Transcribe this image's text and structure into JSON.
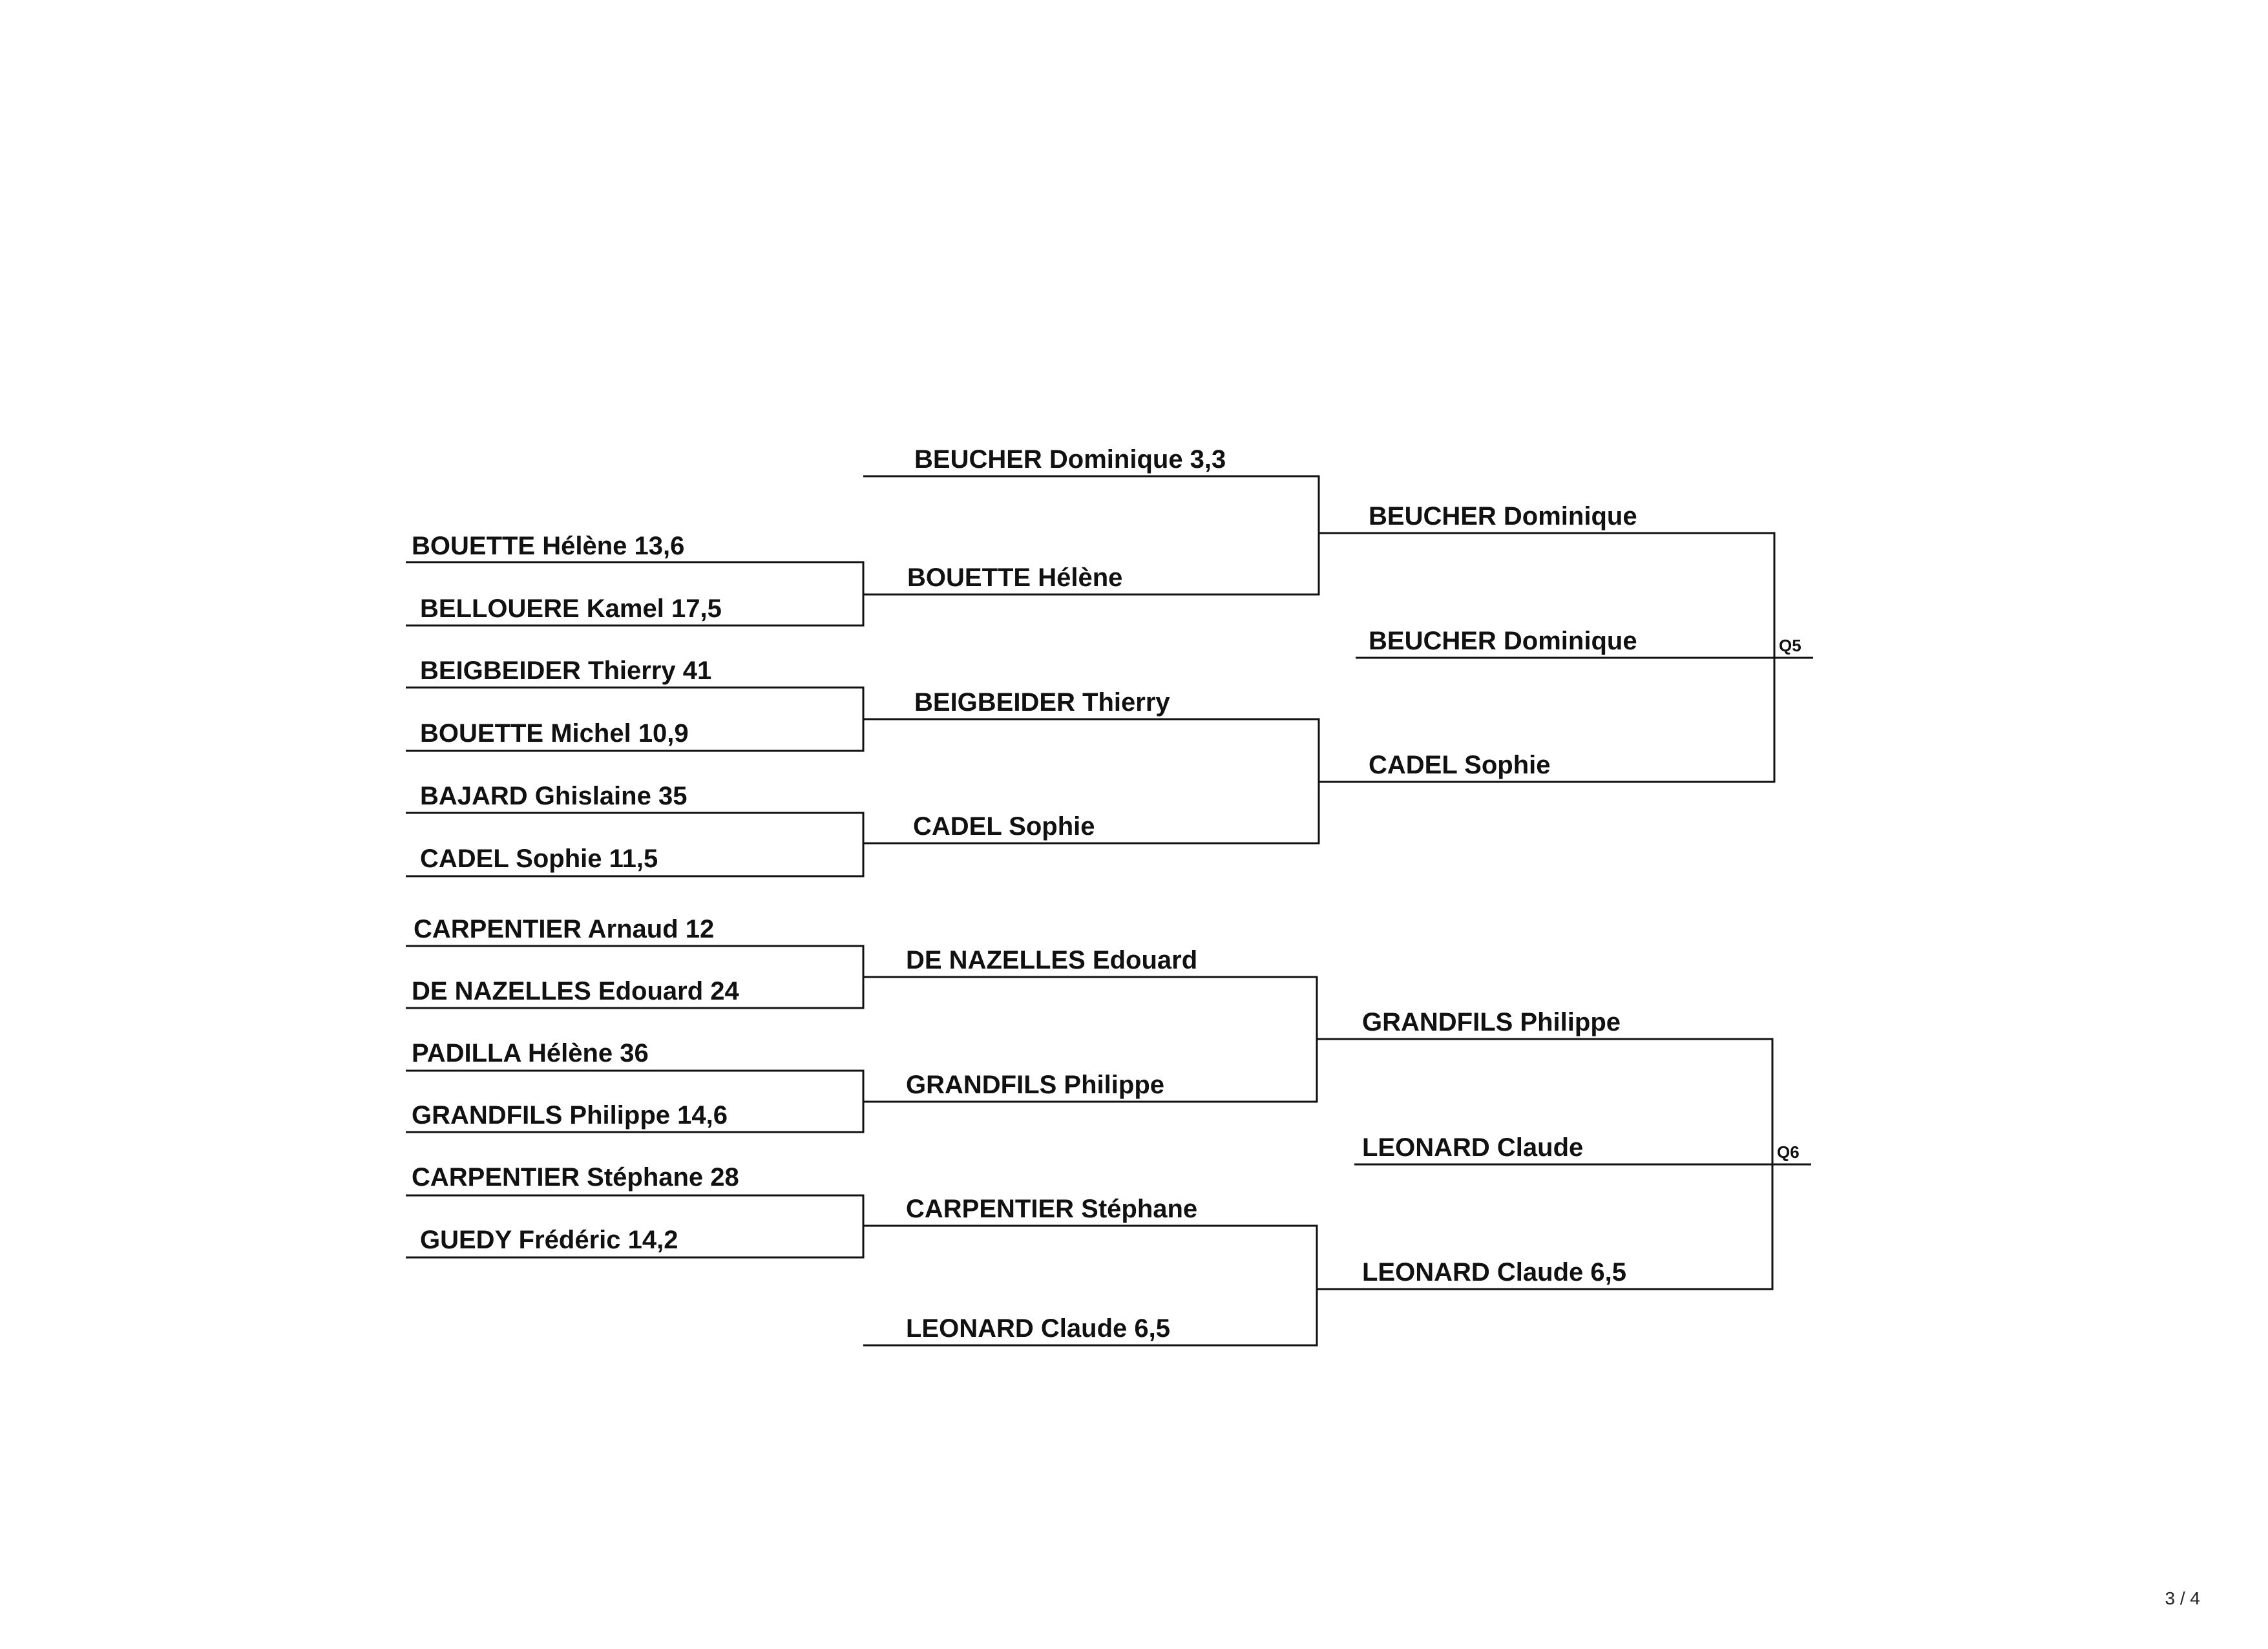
{
  "round1": [
    "BOUETTE Hélène 13,6",
    "BELLOUERE Kamel 17,5",
    "BEIGBEIDER Thierry 41",
    "BOUETTE Michel 10,9",
    "BAJARD Ghislaine 35",
    "CADEL Sophie 11,5",
    "CARPENTIER Arnaud 12",
    "DE NAZELLES Edouard 24",
    "PADILLA Hélène 36",
    "GRANDFILS Philippe 14,6",
    "CARPENTIER Stéphane 28",
    "GUEDY Frédéric 14,2"
  ],
  "round2": [
    "BEUCHER Dominique 3,3",
    "BOUETTE Hélène",
    "BEIGBEIDER Thierry",
    "CADEL Sophie",
    "DE NAZELLES Edouard",
    "GRANDFILS Philippe",
    "CARPENTIER Stéphane",
    "LEONARD Claude 6,5"
  ],
  "round3": [
    "BEUCHER Dominique",
    "CADEL Sophie",
    "GRANDFILS Philippe",
    "LEONARD Claude 6,5"
  ],
  "finals": [
    {
      "winner": "BEUCHER Dominique",
      "qualification": "Q5"
    },
    {
      "winner": "LEONARD Claude",
      "qualification": "Q6"
    }
  ],
  "page_number": "3 / 4"
}
